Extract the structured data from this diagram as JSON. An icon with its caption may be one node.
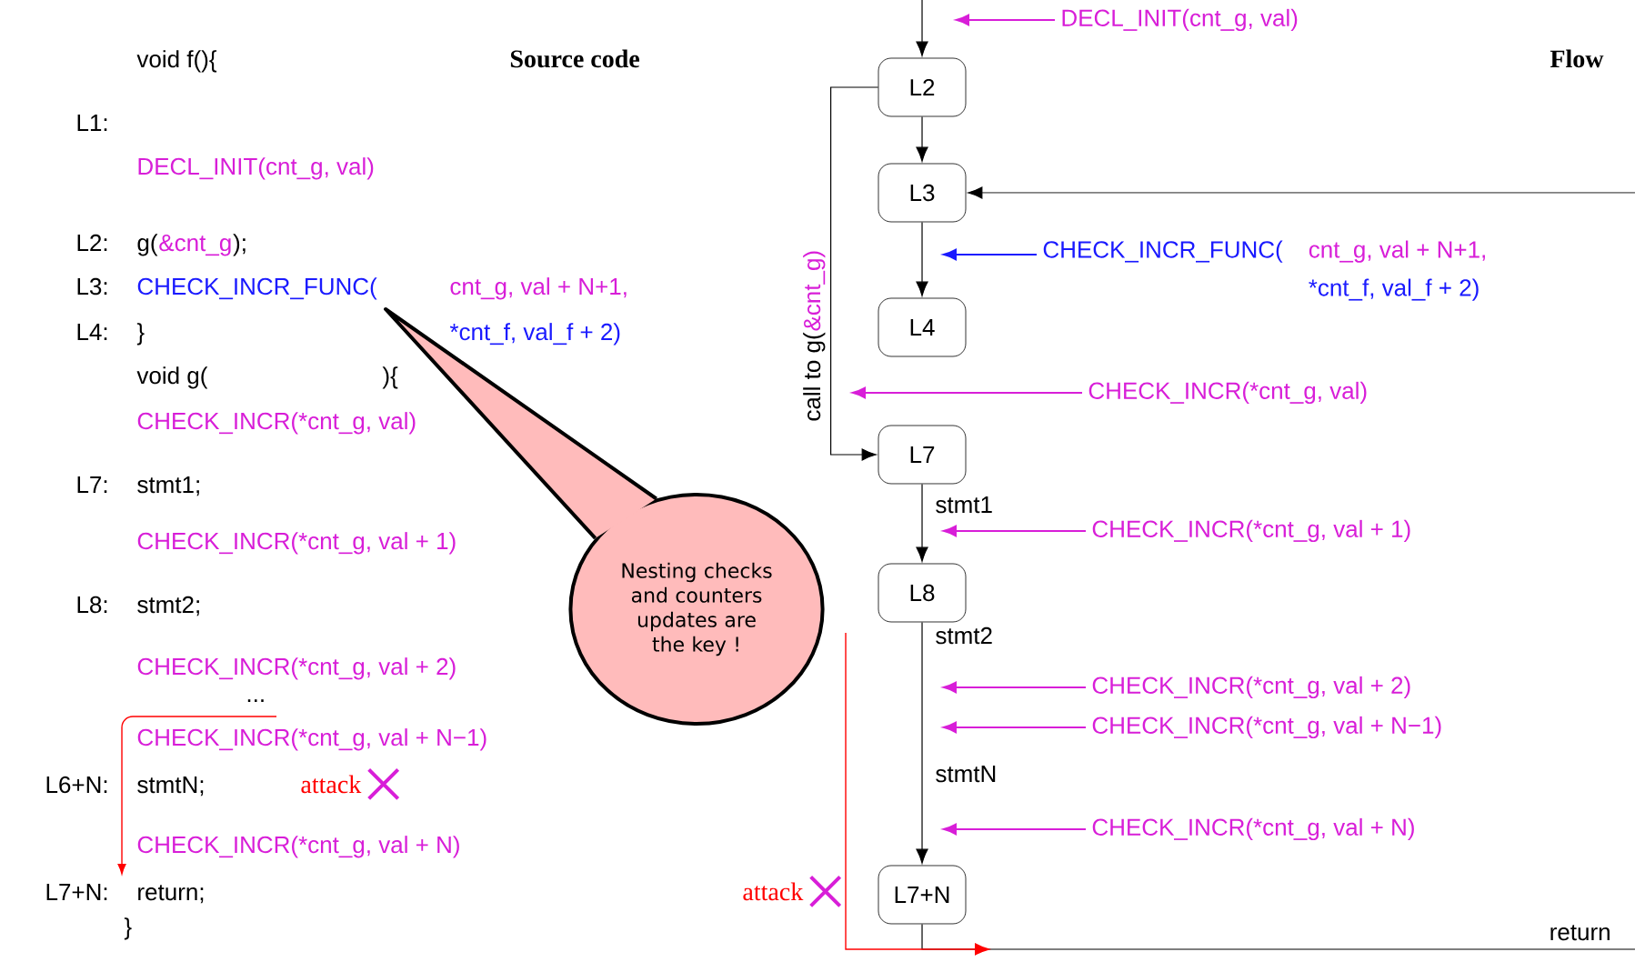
{
  "diagram": {
    "nodes": [
      {
        "text": [
          "L2"
        ]
      },
      {
        "text": [
          "L3"
        ]
      },
      {
        "text": [
          "L4"
        ]
      },
      {
        "text": [
          "L7"
        ]
      },
      {
        "text": [
          "L8"
        ]
      },
      {
        "text": [
          "L7+N"
        ]
      },
      {
        "text": [
          "DECL_INIT(cnt_g, val)"
        ]
      },
      {
        "text": [
          "CHECK_INCR_FUNC(",
          "cnt_g, val + N+1,",
          "*cnt_f, val_f + 2)"
        ]
      },
      {
        "text": [
          "CHECK_INCR(*cnt_g, val)"
        ]
      },
      {
        "text": [
          "CHECK_INCR(*cnt_g, val + 1)"
        ]
      },
      {
        "text": [
          "CHECK_INCR(*cnt_g, val + 2)"
        ]
      },
      {
        "text": [
          "CHECK_INCR(*cnt_g, val + N−1)"
        ]
      },
      {
        "text": [
          "CHECK_INCR(*cnt_g, val + N)"
        ]
      },
      {
        "text": [
          "Nesting checks and counters updates are the key !"
        ]
      }
    ],
    "edges": [
      {
        "from": null,
        "to": 0,
        "arrow": "to"
      },
      {
        "from": 0,
        "to": 1,
        "arrow": "to"
      },
      {
        "from": 1,
        "to": 2,
        "arrow": "to"
      },
      {
        "from": 0,
        "to": 3,
        "arrow": "to",
        "label": "call to g("
      },
      {
        "from": null,
        "to": 1,
        "arrow": "to"
      },
      {
        "from": 3,
        "to": 4,
        "arrow": "to",
        "label": "stmt1"
      },
      {
        "from": 4,
        "to": 5,
        "arrow": "to"
      },
      {
        "from": 5,
        "to": null,
        "arrow": "none",
        "label": "return"
      },
      {
        "from": 6,
        "to": null,
        "arrow": "to",
        "color": "#d81ed8"
      },
      {
        "from": 7,
        "to": null,
        "arrow": "to",
        "color": "#1a1aff"
      },
      {
        "from": 8,
        "to": null,
        "arrow": "to",
        "color": "#d81ed8"
      },
      {
        "from": 9,
        "to": null,
        "arrow": "to",
        "color": "#d81ed8"
      },
      {
        "from": 10,
        "to": null,
        "arrow": "to",
        "color": "#d81ed8"
      },
      {
        "from": 11,
        "to": null,
        "arrow": "to",
        "color": "#d81ed8"
      },
      {
        "from": 12,
        "to": null,
        "arrow": "to",
        "color": "#d81ed8"
      }
    ],
    "labels": [
      "void f(){",
      "Source code",
      "Flow",
      "L1:",
      "DECL_INIT(cnt_g, val)",
      "L2:",
      "g(",
      "&cnt_g",
      ");",
      "L3:",
      "CHECK_INCR_FUNC(",
      "cnt_g, val + N+1,",
      "L4:",
      "}",
      "*cnt_f, val_f + 2)",
      "void g(",
      "){",
      "CHECK_INCR(*cnt_g, val)",
      "L7:",
      "stmt1;",
      "CHECK_INCR(*cnt_g, val + 1)",
      "L8:",
      "stmt2;",
      "CHECK_INCR(*cnt_g, val + 2)",
      "...",
      "CHECK_INCR(*cnt_g, val + N−1)",
      "L6+N:",
      "stmtN;",
      "attack",
      "CHECK_INCR(*cnt_g, val + N)",
      "L7+N:",
      "return;",
      "attack",
      "}",
      "&cnt_g)",
      "stmt2",
      "stmtN"
    ]
  }
}
